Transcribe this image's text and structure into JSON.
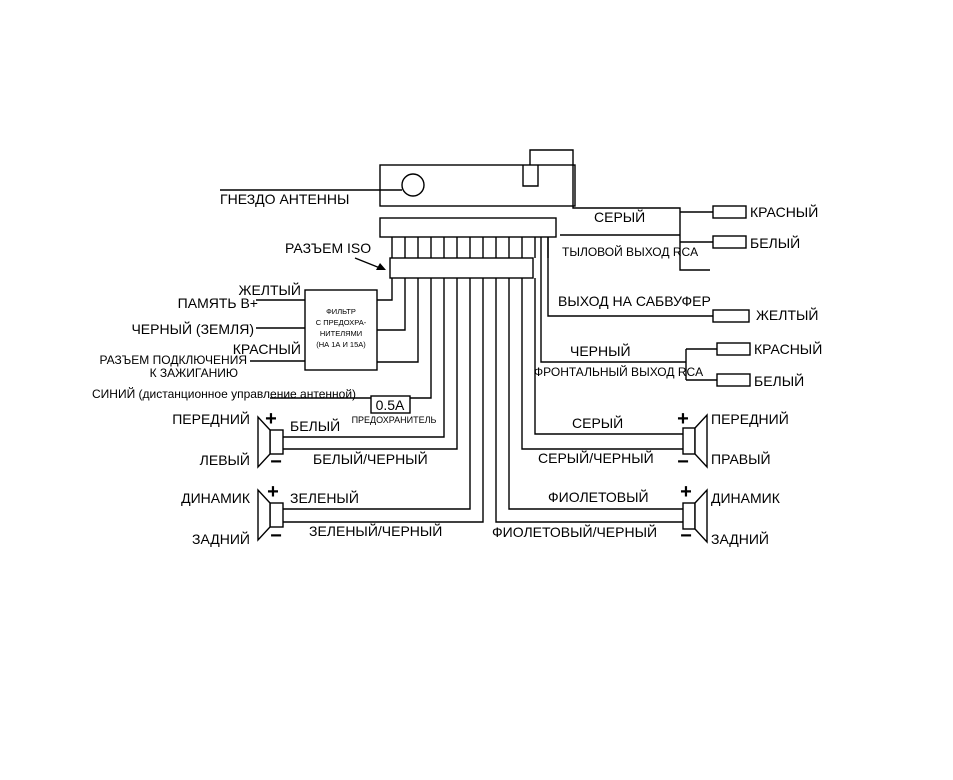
{
  "labels": {
    "antenna_socket": "ГНЕЗДО АНТЕННЫ",
    "iso_connector": "РАЗЪЕМ ISO",
    "yellow": "ЖЕЛТЫЙ",
    "memory_b": "ПАМЯТЬ В+",
    "black_ground": "ЧЕРНЫЙ (ЗЕМЛЯ)",
    "red": "КРАСНЫЙ",
    "ignition_1": "РАЗЪЕМ ПОДКЛЮЧЕНИЯ",
    "ignition_2": "К ЗАЖИГАНИЮ",
    "blue_antenna": "СИНИЙ (дистанционное управление антенной)",
    "fuse_rating": "0.5A",
    "fuse_label": "ПРЕДОХРАНИТЕЛЬ",
    "filter_1": "ФИЛЬТР",
    "filter_2": "С ПРЕДОХРА-",
    "filter_3": "НИТЕЛЯМИ",
    "filter_4": "(НА 1А И 15А)",
    "gray_top": "СЕРЫЙ",
    "rear_rca": "ТЫЛОВОЙ ВЫХОД RCA",
    "rear_red": "КРАСНЫЙ",
    "rear_white": "БЕЛЫЙ",
    "subwoofer_out": "ВЫХОД НА САБВУФЕР",
    "sub_yellow": "ЖЕЛТЫЙ",
    "black_front": "ЧЕРНЫЙ",
    "front_rca": "ФРОНТАЛЬНЫЙ ВЫХОД RCA",
    "front_red": "КРАСНЫЙ",
    "front_white": "БЕЛЫЙ",
    "front_left_1": "ПЕРЕДНИЙ",
    "front_left_2": "ЛЕВЫЙ",
    "white": "БЕЛЫЙ",
    "white_black": "БЕЛЫЙ/ЧЕРНЫЙ",
    "rear_left_1": "ДИНАМИК",
    "rear_left_2": "ЗАДНИЙ",
    "green": "ЗЕЛЕНЫЙ",
    "green_black": "ЗЕЛЕНЫЙ/ЧЕРНЫЙ",
    "gray_right": "СЕРЫЙ",
    "gray_black": "СЕРЫЙ/ЧЕРНЫЙ",
    "front_right_1": "ПЕРЕДНИЙ",
    "front_right_2": "ПРАВЫЙ",
    "violet": "ФИОЛЕТОВЫЙ",
    "violet_black": "ФИОЛЕТОВЫЙ/ЧЕРНЫЙ",
    "rear_right_1": "ДИНАМИК",
    "rear_right_2": "ЗАДНИЙ",
    "plus": "+",
    "minus": "−"
  }
}
